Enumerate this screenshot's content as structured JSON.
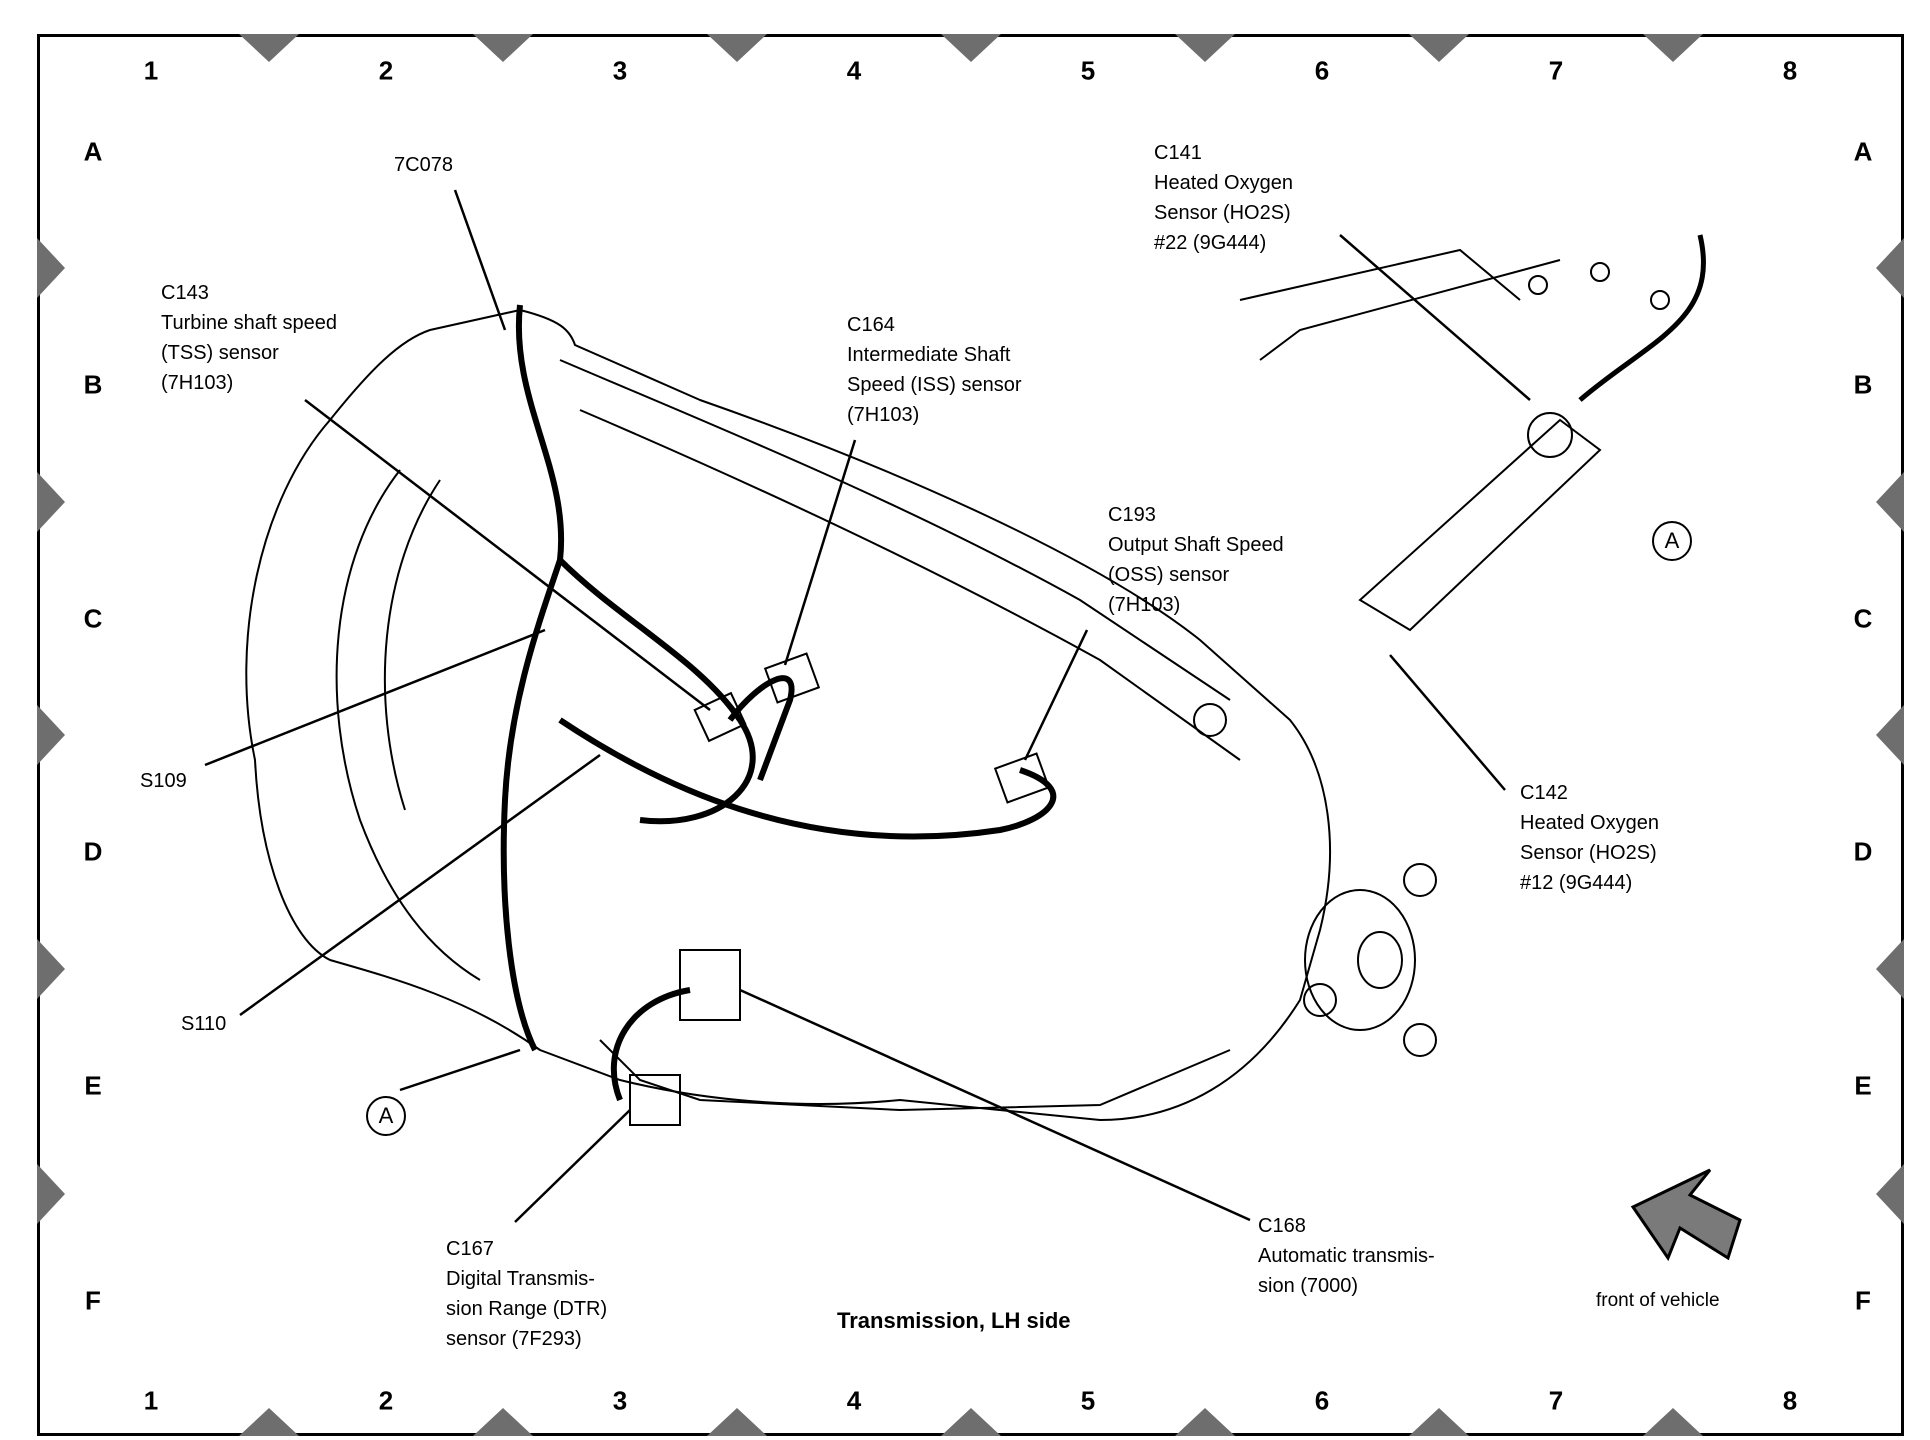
{
  "grid": {
    "columns": [
      "1",
      "2",
      "3",
      "4",
      "5",
      "6",
      "7",
      "8"
    ],
    "rows": [
      "A",
      "B",
      "C",
      "D",
      "E",
      "F"
    ]
  },
  "title": "Transmission, LH side",
  "labels": {
    "c7078": "7C078",
    "c143": "C143\nTurbine shaft speed\n(TSS) sensor\n(7H103)",
    "c164": "C164\nIntermediate Shaft\nSpeed (ISS) sensor\n(7H103)",
    "c193": "C193\nOutput Shaft Speed\n(OSS) sensor\n(7H103)",
    "c141": "C141\nHeated Oxygen\nSensor (HO2S)\n#22 (9G444)",
    "c142": "C142\nHeated Oxygen\nSensor (HO2S)\n#12 (9G444)",
    "s109": "S109",
    "s110": "S110",
    "c167": "C167\nDigital Transmis-\nsion Range (DTR)\nsensor (7F293)",
    "c168": "C168\nAutomatic transmis-\nsion (7000)",
    "front": "front of vehicle"
  },
  "detail_ref": "A",
  "colors": {
    "ink": "#000000",
    "marker": "#6e6e6e",
    "paper": "#ffffff"
  }
}
